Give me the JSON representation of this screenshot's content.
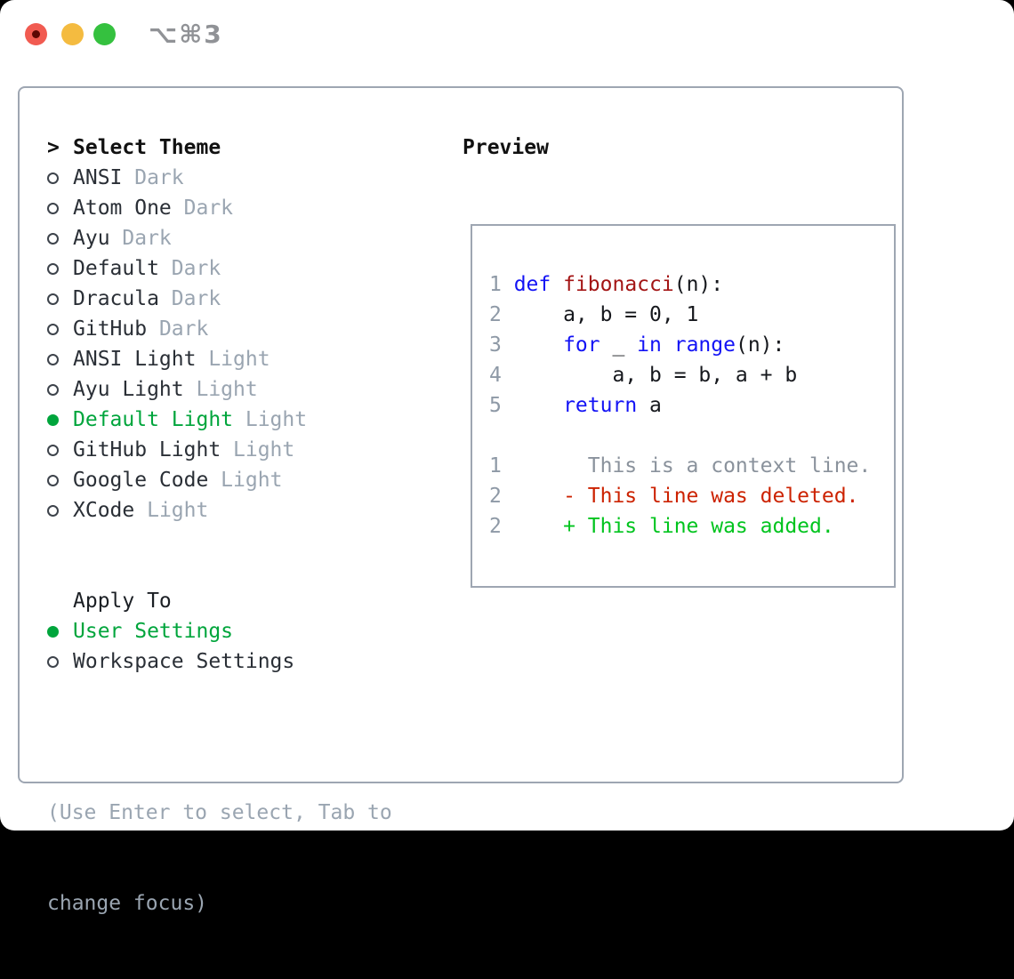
{
  "titlebar": {
    "shortcut": "⌥⌘3",
    "buttons": [
      "close",
      "minimize",
      "zoom"
    ]
  },
  "theme_section": {
    "header_prefix": ">",
    "header": "Select Theme",
    "items": [
      {
        "name": "ANSI",
        "variant": "Dark",
        "selected": false
      },
      {
        "name": "Atom One",
        "variant": "Dark",
        "selected": false
      },
      {
        "name": "Ayu",
        "variant": "Dark",
        "selected": false
      },
      {
        "name": "Default",
        "variant": "Dark",
        "selected": false
      },
      {
        "name": "Dracula",
        "variant": "Dark",
        "selected": false
      },
      {
        "name": "GitHub",
        "variant": "Dark",
        "selected": false
      },
      {
        "name": "ANSI Light",
        "variant": "Light",
        "selected": false
      },
      {
        "name": "Ayu Light",
        "variant": "Light",
        "selected": false
      },
      {
        "name": "Default Light",
        "variant": "Light",
        "selected": true
      },
      {
        "name": "GitHub Light",
        "variant": "Light",
        "selected": false
      },
      {
        "name": "Google Code",
        "variant": "Light",
        "selected": false
      },
      {
        "name": "XCode",
        "variant": "Light",
        "selected": false
      }
    ]
  },
  "apply_section": {
    "header": "Apply To",
    "items": [
      {
        "label": "User Settings",
        "selected": true
      },
      {
        "label": "Workspace Settings",
        "selected": false
      }
    ]
  },
  "help_lines": [
    "(Use Enter to select, Tab to",
    "change focus)"
  ],
  "preview": {
    "header": "Preview",
    "code_lines": [
      {
        "num": "1",
        "tokens": [
          {
            "t": "def",
            "c": "kw"
          },
          {
            "t": " ",
            "c": "pl"
          },
          {
            "t": "fibonacci",
            "c": "fn"
          },
          {
            "t": "(n):",
            "c": "pl"
          }
        ]
      },
      {
        "num": "2",
        "tokens": [
          {
            "t": "    a, b = 0, 1",
            "c": "pl"
          }
        ]
      },
      {
        "num": "3",
        "tokens": [
          {
            "t": "    ",
            "c": "pl"
          },
          {
            "t": "for",
            "c": "kw"
          },
          {
            "t": " _ ",
            "c": "pl"
          },
          {
            "t": "in",
            "c": "kw"
          },
          {
            "t": " ",
            "c": "pl"
          },
          {
            "t": "range",
            "c": "kw"
          },
          {
            "t": "(n):",
            "c": "pl"
          }
        ]
      },
      {
        "num": "4",
        "tokens": [
          {
            "t": "        a, b = b, a + b",
            "c": "pl"
          }
        ]
      },
      {
        "num": "5",
        "tokens": [
          {
            "t": "    ",
            "c": "pl"
          },
          {
            "t": "return",
            "c": "kw"
          },
          {
            "t": " a",
            "c": "pl"
          }
        ]
      },
      {
        "num": "",
        "tokens": []
      },
      {
        "num": "1",
        "tokens": [
          {
            "t": "      This is a context line.",
            "c": "ctx"
          }
        ]
      },
      {
        "num": "2",
        "tokens": [
          {
            "t": "    - This line was deleted.",
            "c": "del"
          }
        ]
      },
      {
        "num": "2",
        "tokens": [
          {
            "t": "    + This line was added.",
            "c": "add"
          }
        ]
      }
    ]
  },
  "colors": {
    "accent_green": "#00a53c",
    "added_green": "#00c41e",
    "deleted_red": "#cc2200",
    "keyword_blue": "#1313f5",
    "function_red": "#a31515",
    "muted_gray": "#9aa5b1",
    "line_number_gray": "#8e99a6",
    "text_dark": "#24292f",
    "border_gray": "#9ea6b2",
    "traffic_red": "#f15b51",
    "traffic_yellow": "#f4bb40",
    "traffic_green": "#35c13f"
  }
}
